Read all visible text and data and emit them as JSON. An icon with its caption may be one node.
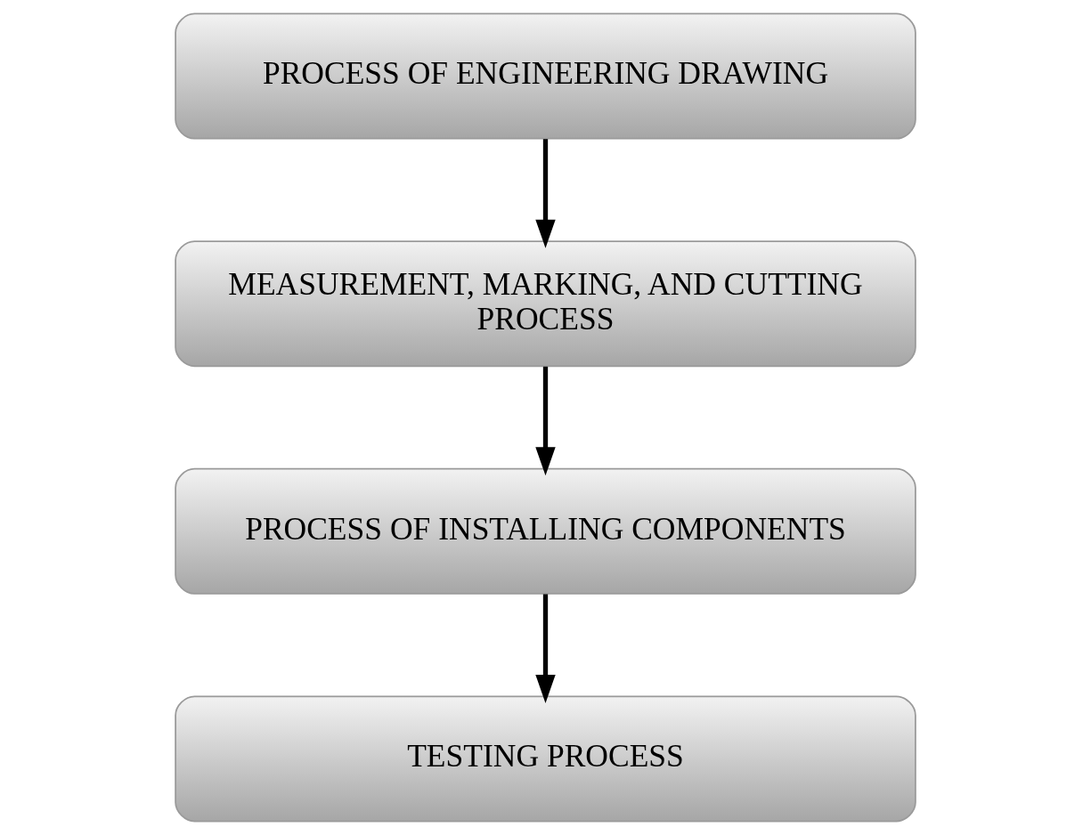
{
  "diagram": {
    "nodes": [
      {
        "text": [
          "PROCESS OF ENGINEERING DRAWING"
        ]
      },
      {
        "text": [
          "MEASUREMENT, MARKING, AND CUTTING PROCESS"
        ]
      },
      {
        "text": [
          "PROCESS OF INSTALLING COMPONENTS"
        ]
      },
      {
        "text": [
          "TESTING PROCESS"
        ]
      }
    ],
    "edges": [
      {
        "from": 0,
        "to": 1,
        "arrow": "to"
      },
      {
        "from": 1,
        "to": 2,
        "arrow": "to"
      },
      {
        "from": 2,
        "to": 3,
        "arrow": "to"
      }
    ]
  }
}
